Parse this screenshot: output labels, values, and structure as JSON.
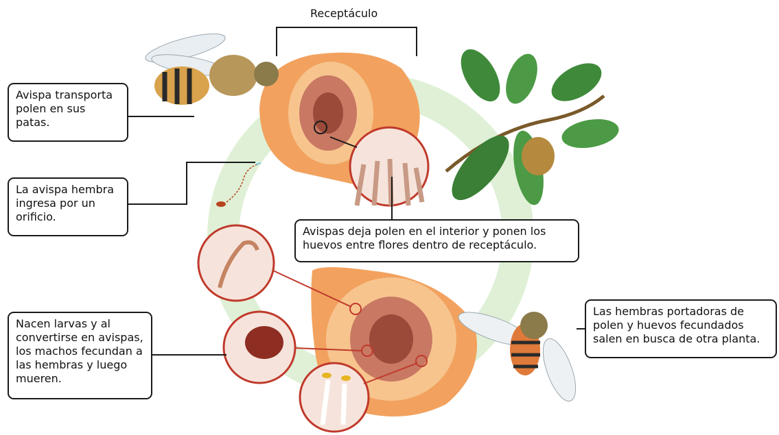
{
  "receptacle_label": "Receptáculo",
  "callouts": {
    "wasp_carries_pollen": "Avispa transporta polen en sus patas.",
    "female_enters": "La avispa hembra ingresa por un orificio.",
    "leaves_pollen": "Avispas deja polen en el interior y ponen los huevos entre flores dentro de receptáculo.",
    "larvae_born": "Nacen larvas y al convertirse en avispas, los machos fecundan a las hembras y luego mueren.",
    "females_leave": "Las hembras portadoras de polen y huevos fecundados salen en busca de otra planta."
  },
  "colors": {
    "cycle_ring": "#dff0d6",
    "fig_flesh": "#f2a25e",
    "fig_inner": "#f7c48e",
    "fig_core": "#9b4a3a",
    "leaf": "#3f8a3a",
    "detail_ring": "#c0392b"
  }
}
